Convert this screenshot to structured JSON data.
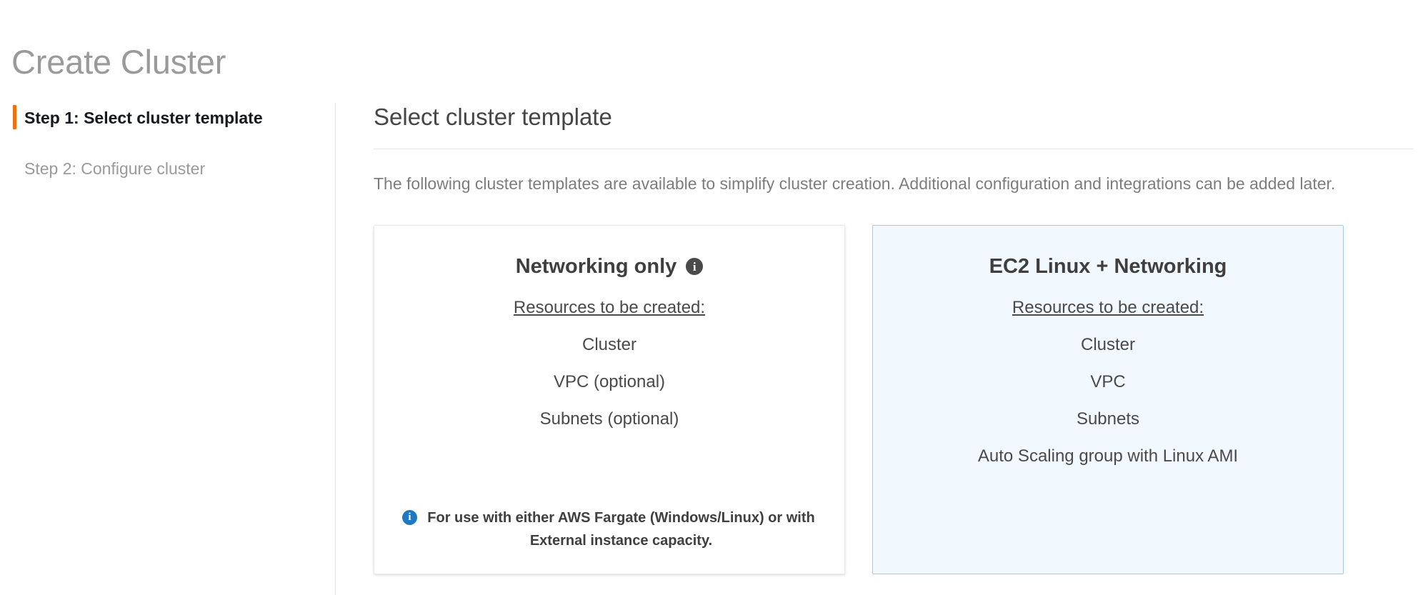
{
  "page": {
    "title": "Create Cluster"
  },
  "steps": {
    "items": [
      {
        "label": "Step 1: Select cluster template",
        "active": true
      },
      {
        "label": "Step 2: Configure cluster",
        "active": false
      }
    ]
  },
  "section": {
    "title": "Select cluster template",
    "description": "The following cluster templates are available to simplify cluster creation. Additional configuration and integrations can be added later."
  },
  "cards": [
    {
      "title": "Networking only",
      "title_info_icon": "info-icon",
      "selected": false,
      "resources_label": "Resources to be created:",
      "resources": [
        "Cluster",
        "VPC (optional)",
        "Subnets (optional)"
      ],
      "note_icon": "info-icon",
      "note": "For use with either AWS Fargate (Windows/Linux) or with External instance capacity."
    },
    {
      "title": "EC2 Linux + Networking",
      "selected": true,
      "resources_label": "Resources to be created:",
      "resources": [
        "Cluster",
        "VPC",
        "Subnets",
        "Auto Scaling group with Linux AMI"
      ],
      "note": ""
    }
  ],
  "colors": {
    "accent_orange": "#ec7211",
    "selected_card_bg": "#f1f8fe",
    "selected_card_border": "#a4c9ea",
    "info_blue": "#1f78c1",
    "title_grey": "#9a9a9a"
  }
}
